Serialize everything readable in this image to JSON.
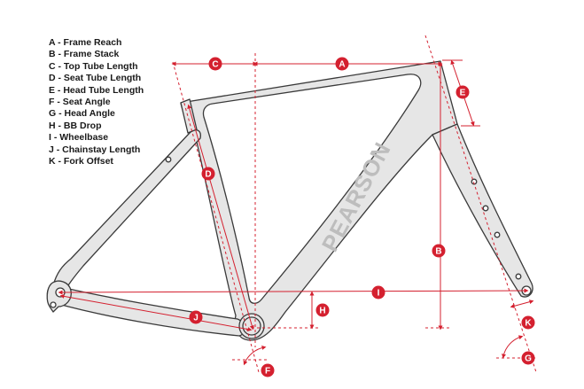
{
  "legend": [
    "A  - Frame Reach",
    "B  - Frame Stack",
    "C  - Top Tube Length",
    "D - Seat Tube Length",
    "E - Head Tube Length",
    "F - Seat Angle",
    "G - Head Angle",
    "H - BB Drop",
    "I - Wheelbase",
    "J - Chainstay Length",
    "K - Fork Offset"
  ],
  "brand": "PEARSON",
  "markers": {
    "A": "A",
    "B": "B",
    "C": "C",
    "D": "D",
    "E": "E",
    "F": "F",
    "G": "G",
    "H": "H",
    "I": "I",
    "J": "J",
    "K": "K"
  },
  "colors": {
    "dimension": "#d4202f",
    "frame_fill": "#e6e6e6",
    "frame_outline": "#3a3a3a",
    "brand_text": "#bdbdbd",
    "legend_text": "#1a1a1a"
  }
}
